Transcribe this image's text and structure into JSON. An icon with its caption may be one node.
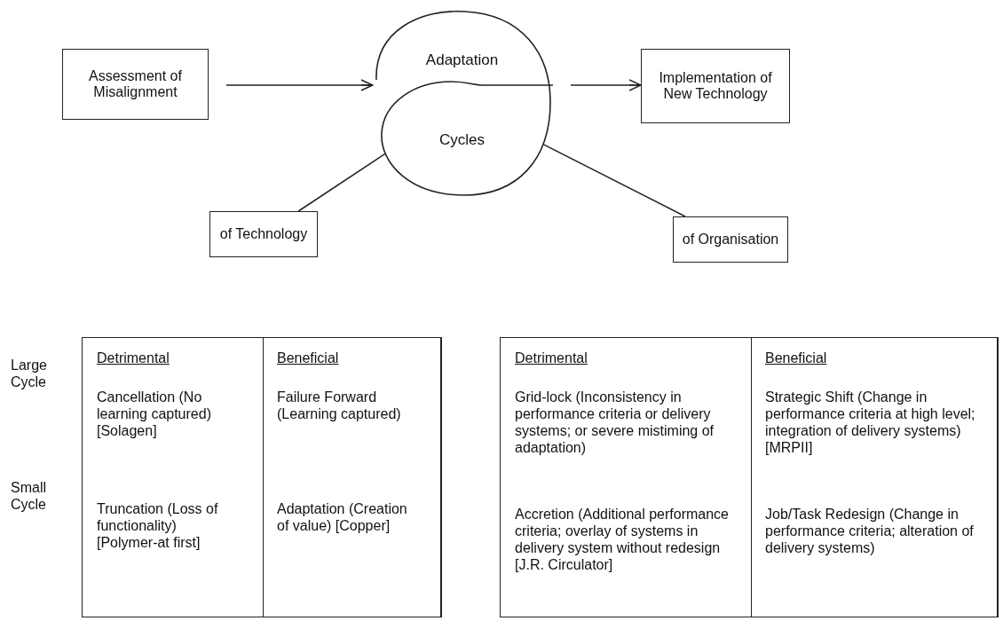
{
  "diagram": {
    "nodes": [
      {
        "text": [
          "Assessment of Misalignment"
        ]
      },
      {
        "text": [
          "Adaptation",
          "Cycles"
        ]
      },
      {
        "text": [
          "Implementation of New Technology"
        ]
      },
      {
        "text": [
          "of Technology"
        ]
      },
      {
        "text": [
          "of Organisation"
        ]
      },
      {
        "text": [
          "Detrimental",
          "Beneficial",
          "Cancellation (No learning captured) [Solagen]",
          "Failure Forward (Learning captured)",
          "Truncation (Loss of functionality) [Polymer-at first]",
          "Adaptation (Creation of value) [Copper]"
        ]
      },
      {
        "text": [
          "Detrimental",
          "Beneficial",
          "Grid-lock (Inconsistency in performance criteria or delivery systems; or severe mistiming of adaptation)",
          "Strategic Shift (Change in performance criteria at high level; integration of delivery systems) [MRPII]",
          "Accretion (Additional performance criteria; overlay of systems in delivery system without redesign [J.R. Circulator]",
          "Job/Task Redesign (Change in performance criteria; alteration of delivery systems)"
        ]
      }
    ],
    "edges": [
      {
        "from": 0,
        "to": 1,
        "arrow": "to"
      },
      {
        "from": 1,
        "to": 2,
        "arrow": "to"
      },
      {
        "from": 1,
        "to": 3,
        "arrow": "none"
      },
      {
        "from": 1,
        "to": 4,
        "arrow": "none"
      }
    ],
    "labels": [
      "Large Cycle",
      "Small Cycle"
    ]
  }
}
